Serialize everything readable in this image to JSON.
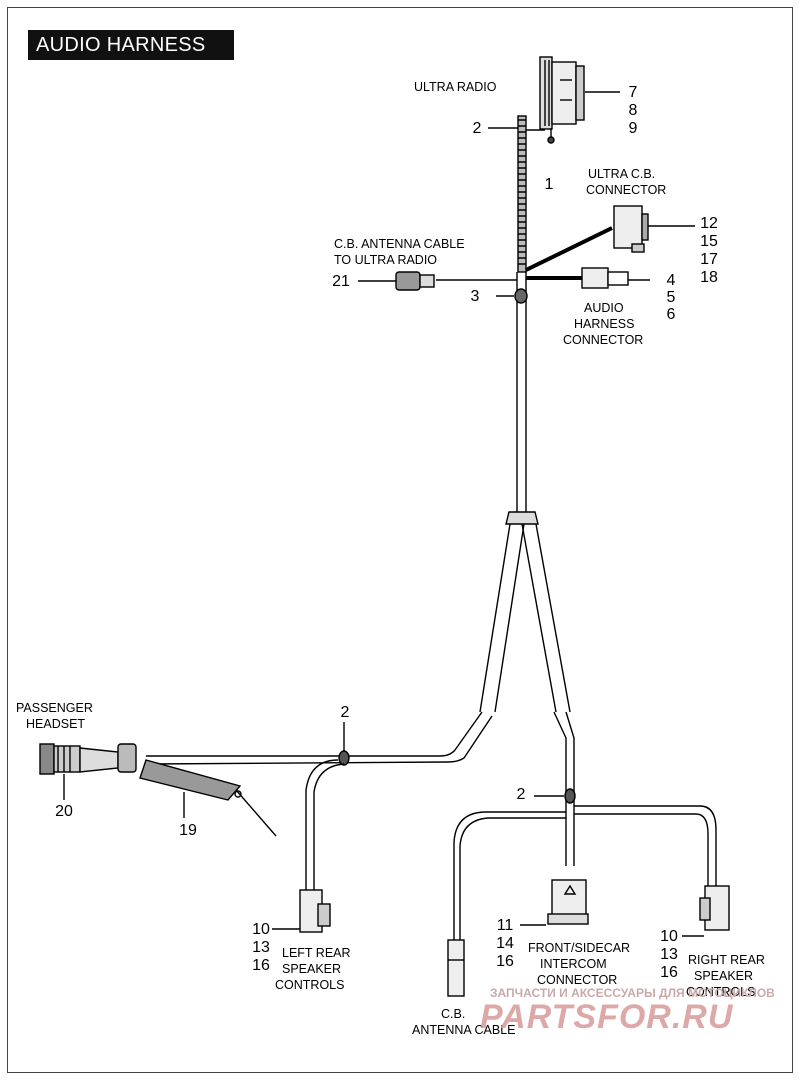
{
  "title": "AUDIO HARNESS",
  "labels": {
    "ultra_radio": "ULTRA RADIO",
    "ultra_cb_1": "ULTRA C.B.",
    "ultra_cb_2": "CONNECTOR",
    "cb_ant_1": "C.B. ANTENNA CABLE",
    "cb_ant_2": "TO ULTRA RADIO",
    "audio_1": "AUDIO",
    "audio_2": "HARNESS",
    "audio_3": "CONNECTOR",
    "passenger_1": "PASSENGER",
    "passenger_2": "HEADSET",
    "left_rear_1": "LEFT REAR",
    "left_rear_2": "SPEAKER",
    "left_rear_3": "CONTROLS",
    "front_1": "FRONT/SIDECAR",
    "front_2": "INTERCOM",
    "front_3": "CONNECTOR",
    "right_rear_1": "RIGHT REAR",
    "right_rear_2": "SPEAKER",
    "right_rear_3": "CONTROLS",
    "cb_cable_1": "C.B.",
    "cb_cable_2": "ANTENNA CABLE"
  },
  "callouts": {
    "c7": "7",
    "c8": "8",
    "c9": "9",
    "c2_top": "2",
    "c1": "1",
    "c12": "12",
    "c15": "15",
    "c17": "17",
    "c18": "18",
    "c21": "21",
    "c3": "3",
    "c4": "4",
    "c5": "5",
    "c6": "6",
    "c2_left": "2",
    "c20": "20",
    "c19": "19",
    "c2_right": "2",
    "c10_left": "10",
    "c13_left": "13",
    "c16_left": "16",
    "c11": "11",
    "c14": "14",
    "c16_mid": "16",
    "c10_right": "10",
    "c13_right": "13",
    "c16_right": "16"
  },
  "watermark": {
    "line1": "ЗАПЧАСТИ И АКСЕССУАРЫ ДЛЯ МОТОЦИКЛОВ",
    "line2": "PARTSFOR.RU"
  }
}
